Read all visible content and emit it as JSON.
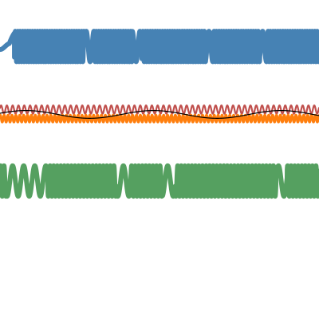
{
  "chart_data": {
    "type": "line",
    "title": "",
    "xlabel": "",
    "ylabel": "",
    "grid": false,
    "legend": "none",
    "xlim": [
      0,
      100
    ],
    "ylim": [
      -1.2,
      1.1
    ],
    "series": [
      {
        "color": "#4682b4",
        "band_center": 0.765,
        "amplitude": 0.11,
        "cycles_per_unit": 1.3,
        "lead_in_end": 4.5,
        "gaps": [
          [
            26.5,
            29.5
          ],
          [
            41.5,
            44.5
          ],
          [
            64.5,
            67
          ],
          [
            81.5,
            84
          ]
        ]
      },
      {
        "color": "#c0504d",
        "band_center": 0.31,
        "amplitude": 0.03,
        "cycles_per_unit": 0.55
      },
      {
        "color": "#ff7f0e",
        "band_center": 0.245,
        "amplitude": 0.025,
        "cycles_per_unit": 0.82
      },
      {
        "color": "#000000",
        "band_center": 0.275,
        "amplitude": 0.028,
        "cycles_per_unit": 0.025
      },
      {
        "color": "#55a060",
        "band_center": -0.205,
        "amplitude": 0.11,
        "cycles_per_unit": 0.9,
        "gaps": [
          [
            2,
            15
          ],
          [
            36.5,
            41
          ],
          [
            51,
            55
          ],
          [
            86.5,
            90
          ]
        ]
      }
    ]
  }
}
